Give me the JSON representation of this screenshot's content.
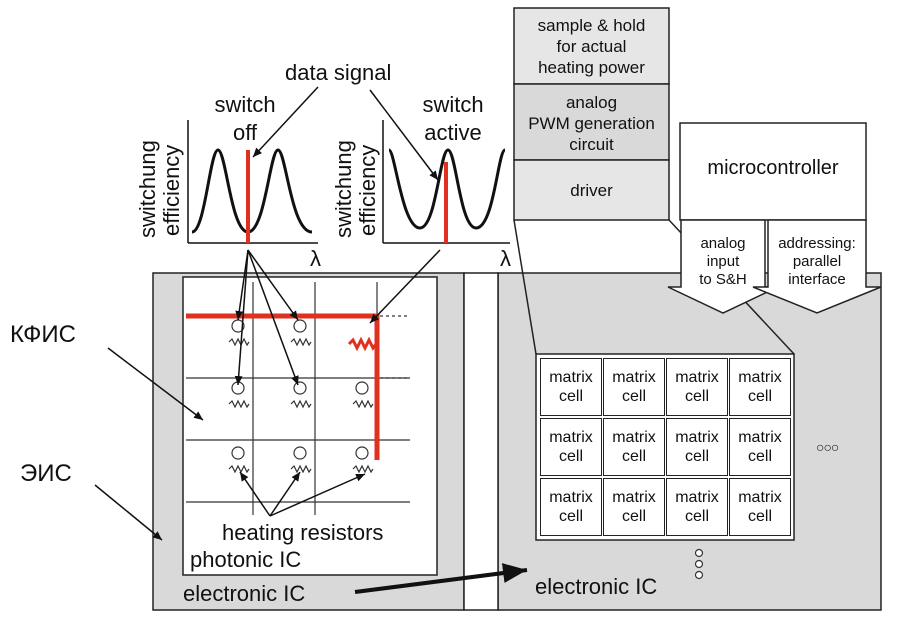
{
  "side_labels": {
    "kfis": "КФИС",
    "eis": "ЭИС"
  },
  "top": {
    "data_signal": "data signal",
    "switch_off": [
      "switch",
      "off"
    ],
    "switch_active": [
      "switch",
      "active"
    ],
    "y_axis": [
      "switchung",
      "efficiency"
    ],
    "lambda": "λ"
  },
  "stack_boxes": [
    {
      "lines": [
        "sample & hold",
        "for actual",
        "heating power"
      ]
    },
    {
      "lines": [
        "analog",
        "PWM generation",
        "circuit"
      ]
    },
    {
      "lines": [
        "driver"
      ]
    }
  ],
  "microcontroller": "microcontroller",
  "arrows": {
    "analog_input": [
      "analog",
      "input",
      "to S&H"
    ],
    "addressing": [
      "addressing:",
      "parallel",
      "interface"
    ]
  },
  "matrix_cell": [
    "matrix",
    "cell"
  ],
  "matrix_rows": 3,
  "matrix_cols": 4,
  "ellipsis": "○○○",
  "photonic": {
    "heating_resistors": "heating resistors",
    "photonic_ic": "photonic IC"
  },
  "electronic_ic_left": "electronic IC",
  "electronic_ic_right": "electronic IC",
  "colors": {
    "red": "#e03020",
    "gray": "#d9d9d9",
    "box_gray": "#e6e6e6",
    "line": "#222222"
  }
}
